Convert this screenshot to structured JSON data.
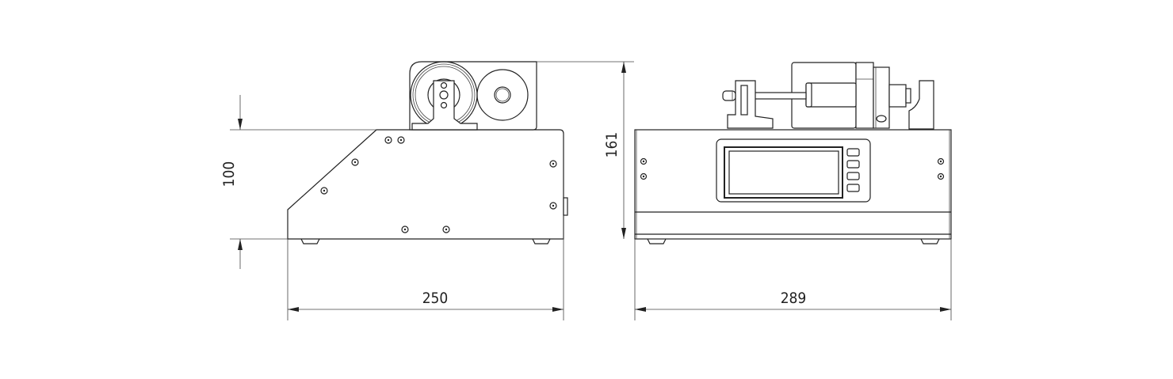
{
  "drawing": {
    "side_view": {
      "height_label": "100",
      "width_label": "250"
    },
    "front_view": {
      "height_label": "161",
      "width_label": "289"
    },
    "line_color": "#222222"
  }
}
